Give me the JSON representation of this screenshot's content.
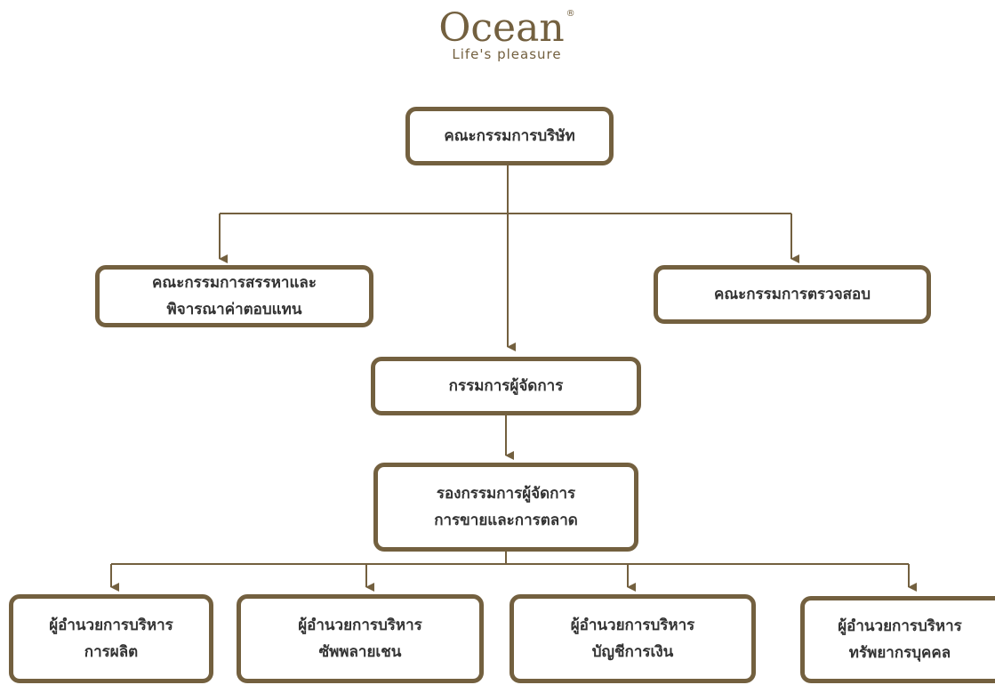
{
  "logo": {
    "brand": "Ocean",
    "registered": "®",
    "tagline": "Life's pleasure"
  },
  "colors": {
    "accent": "#73603f",
    "text": "#333333",
    "background": "#ffffff"
  },
  "org_chart": {
    "board": {
      "line1": "คณะกรรมการบริษัท"
    },
    "nomination_committee": {
      "line1": "คณะกรรมการสรรหาและ",
      "line2": "พิจารณาค่าตอบแทน"
    },
    "audit_committee": {
      "line1": "คณะกรรมการตรวจสอบ"
    },
    "managing_director": {
      "line1": "กรรมการผู้จัดการ"
    },
    "deputy_md": {
      "line1": "รองกรรมการผู้จัดการ",
      "line2": "การขายและการตลาด"
    },
    "departments": [
      {
        "line1": "ผู้อำนวยการบริหาร",
        "line2": "การผลิต"
      },
      {
        "line1": "ผู้อำนวยการบริหาร",
        "line2": "ซัพพลายเชน"
      },
      {
        "line1": "ผู้อำนวยการบริหาร",
        "line2": "บัญชีการเงิน"
      },
      {
        "line1": "ผู้อำนวยการบริหาร",
        "line2": "ทรัพยากรบุคคล"
      }
    ]
  }
}
